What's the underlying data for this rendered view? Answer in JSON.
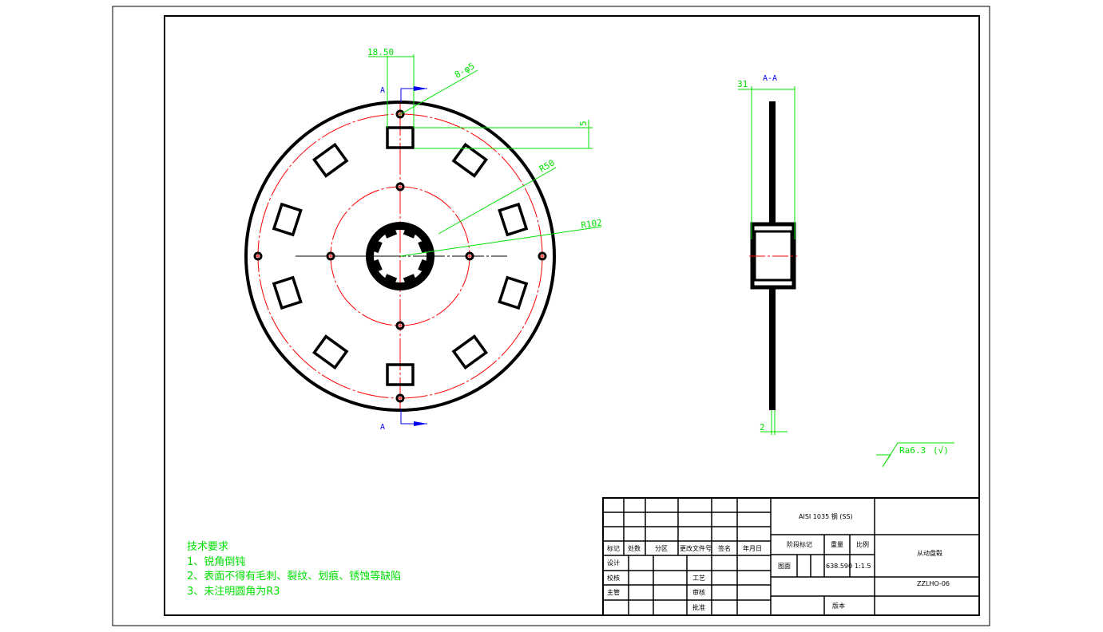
{
  "front_view": {
    "dim_offset": "18.50",
    "dim_holes": "8-φ5",
    "dim_r50": "R50",
    "dim_r102": "R102",
    "dim_5": "5",
    "section_mark_top": "A",
    "section_mark_bottom": "A",
    "window_count": 10
  },
  "section_view": {
    "title": "A-A",
    "dim_width": "31",
    "dim_thickness": "2"
  },
  "roughness": {
    "text": "Ra6.3",
    "suffix": "(√)"
  },
  "notes": {
    "title": "技术要求",
    "items": [
      "1、锐角倒钝",
      "2、表面不得有毛刺、裂纹、划痕、锈蚀等缺陷",
      "3、未注明圆角为R3"
    ]
  },
  "title_block": {
    "headers": [
      "标记",
      "处数",
      "分区",
      "更改文件号",
      "签名",
      "年月日"
    ],
    "roles": [
      "设计",
      "校核",
      "主管",
      "工艺",
      "审核",
      "批准"
    ],
    "material": "AISI 1035 钢 (SS)",
    "stage_label": "阶段标记",
    "weight_label": "重量",
    "scale_label": "比例",
    "drawing_label": "图面",
    "weight": "638.590",
    "scale": "1:1.5",
    "part_name": "从动盘毂",
    "drawing_no": "ZZLHO-06",
    "version_label": "版本"
  },
  "colors": {
    "line": "#000000",
    "center": "#ff0000",
    "dim": "#00e000",
    "section": "#0000ee"
  }
}
